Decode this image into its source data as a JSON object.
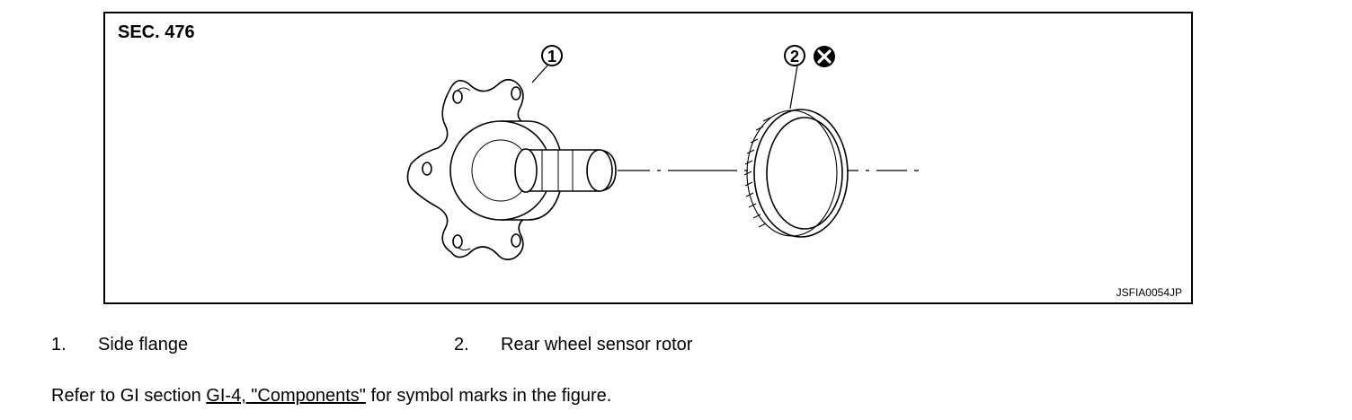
{
  "figure": {
    "section_label": "SEC. 476",
    "figure_id": "JSFIA0054JP",
    "callouts": [
      {
        "number": "1",
        "symbol": ""
      },
      {
        "number": "2",
        "symbol": "do-not-reuse-icon"
      }
    ]
  },
  "legend": [
    {
      "number": "1.",
      "text": "Side flange"
    },
    {
      "number": "2.",
      "text": "Rear wheel sensor rotor"
    }
  ],
  "note": {
    "prefix": "Refer to GI section ",
    "link_text": "GI-4, \"Components\"",
    "suffix": " for symbol marks in the figure."
  }
}
